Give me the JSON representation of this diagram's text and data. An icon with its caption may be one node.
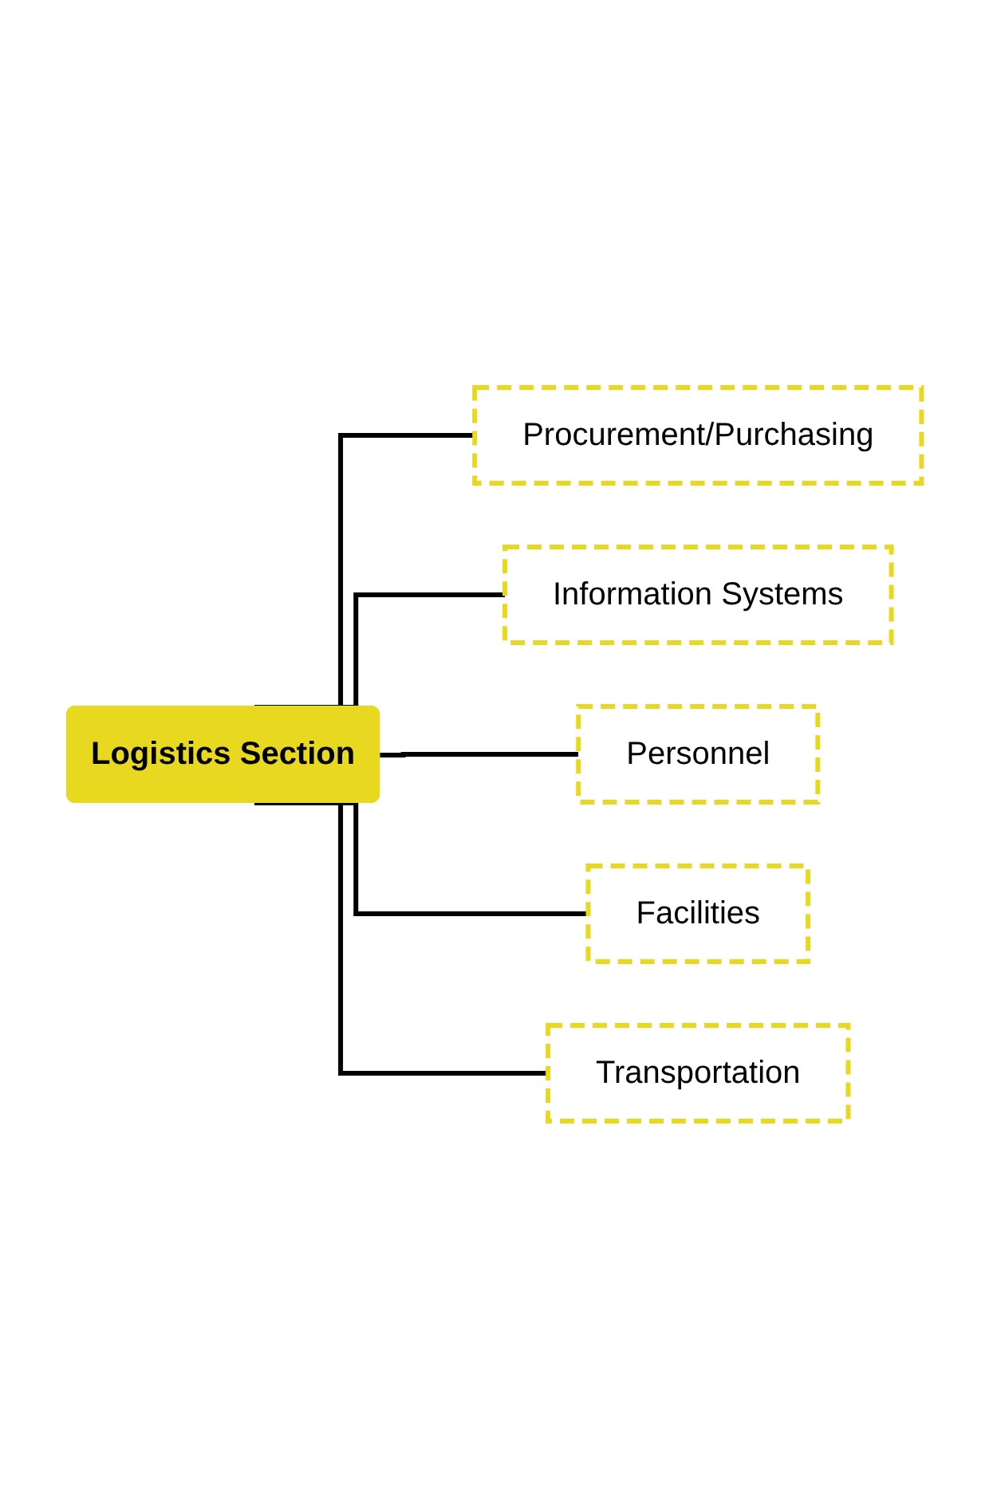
{
  "diagram": {
    "nodes": [
      {
        "text": [
          "Logistics Section"
        ]
      },
      {
        "text": [
          "Procurement/Purchasing"
        ]
      },
      {
        "text": [
          "Information Systems"
        ]
      },
      {
        "text": [
          "Personnel"
        ]
      },
      {
        "text": [
          "Facilities"
        ]
      },
      {
        "text": [
          "Transportation"
        ]
      }
    ],
    "edges": [
      {
        "from": 0,
        "to": 1,
        "arrow": "none"
      },
      {
        "from": 0,
        "to": 2,
        "arrow": "none"
      },
      {
        "from": 0,
        "to": 3,
        "arrow": "none"
      },
      {
        "from": 0,
        "to": 4,
        "arrow": "none"
      },
      {
        "from": 0,
        "to": 5,
        "arrow": "none"
      }
    ]
  }
}
